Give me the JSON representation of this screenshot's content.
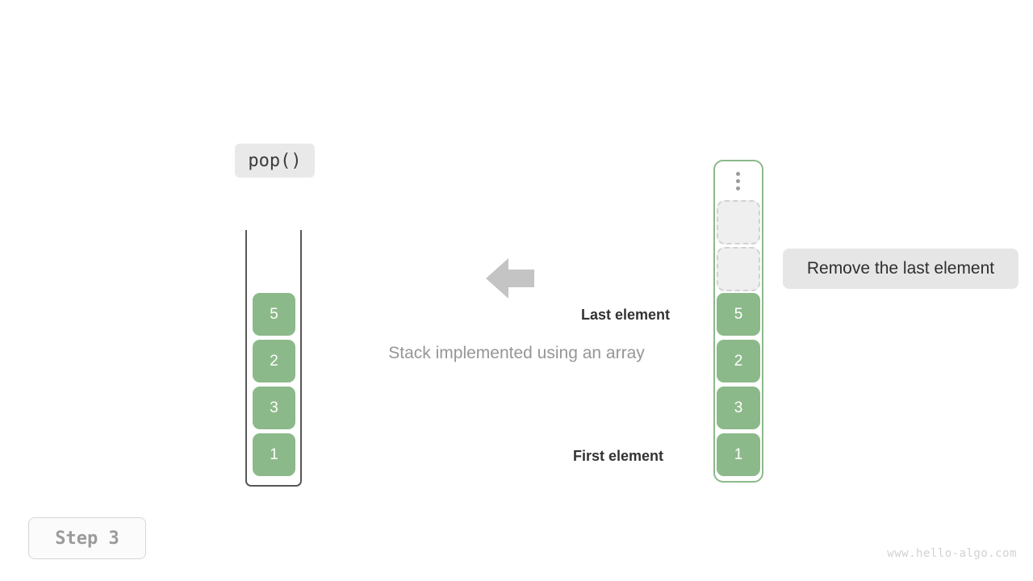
{
  "diagram": {
    "operation_label": "pop()",
    "caption": "Stack implemented using an array",
    "step_label": "Step 3",
    "watermark": "www.hello-algo.com",
    "note": "Remove the last element",
    "annotations": {
      "last_element": "Last element",
      "first_element": "First element"
    },
    "colors": {
      "cell_green": "#8cb98a",
      "frame_green": "#8cb98a",
      "frame_gray": "#575757",
      "chip_gray": "#e9e9e9",
      "note_gray": "#e6e6e6",
      "empty_slot_fill": "#efefef",
      "empty_slot_border": "#d2d2d2",
      "arrow_gray": "#c4c4c4",
      "caption_gray": "#969696",
      "step_text_gray": "#9b9b9b",
      "watermark_gray": "#d2d2d2"
    },
    "array_view": {
      "name": "array-container",
      "values": [
        "5",
        "2",
        "3",
        "1"
      ]
    },
    "stack_view": {
      "name": "stack-container",
      "overflow_indicator": "vertical-ellipsis",
      "empty_slots": 2,
      "values": [
        "5",
        "2",
        "3",
        "1"
      ]
    },
    "arrow": {
      "direction": "left",
      "icon": "arrow-left-icon"
    }
  }
}
